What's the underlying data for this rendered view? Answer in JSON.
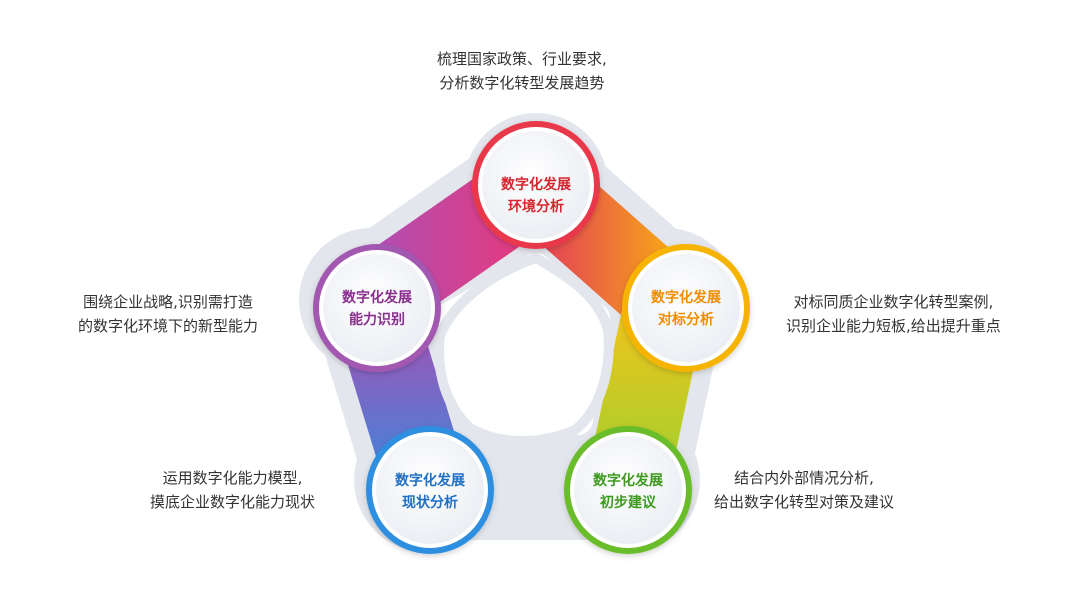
{
  "nodes": [
    {
      "id": "env",
      "line1": "数字化发展",
      "line2": "环境分析",
      "color": "#d7252e",
      "ring": "#e8394a"
    },
    {
      "id": "bench",
      "line1": "数字化发展",
      "line2": "对标分析",
      "color": "#f08c00",
      "ring": "#f6b400"
    },
    {
      "id": "advice",
      "line1": "数字化发展",
      "line2": "初步建议",
      "color": "#3c9a1e",
      "ring": "#6bbd2a"
    },
    {
      "id": "status",
      "line1": "数字化发展",
      "line2": "现状分析",
      "color": "#1f6fc4",
      "ring": "#2f8fe0"
    },
    {
      "id": "ability",
      "line1": "数字化发展",
      "line2": "能力识别",
      "color": "#8a2f8e",
      "ring": "#a259b0"
    }
  ],
  "descriptions": {
    "env": {
      "line1": "梳理国家政策、行业要求,",
      "line2": "分析数字化转型发展趋势"
    },
    "bench": {
      "line1": "对标同质企业数字化转型案例,",
      "line2": "识别企业能力短板,给出提升重点"
    },
    "advice": {
      "line1": "结合内外部情况分析,",
      "line2": "给出数字化转型对策及建议"
    },
    "status": {
      "line1": "运用数字化能力模型,",
      "line2": "摸底企业数字化能力现状"
    },
    "ability": {
      "line1": "围绕企业战略,识别需打造",
      "line2": "的数字化环境下的新型能力"
    }
  }
}
